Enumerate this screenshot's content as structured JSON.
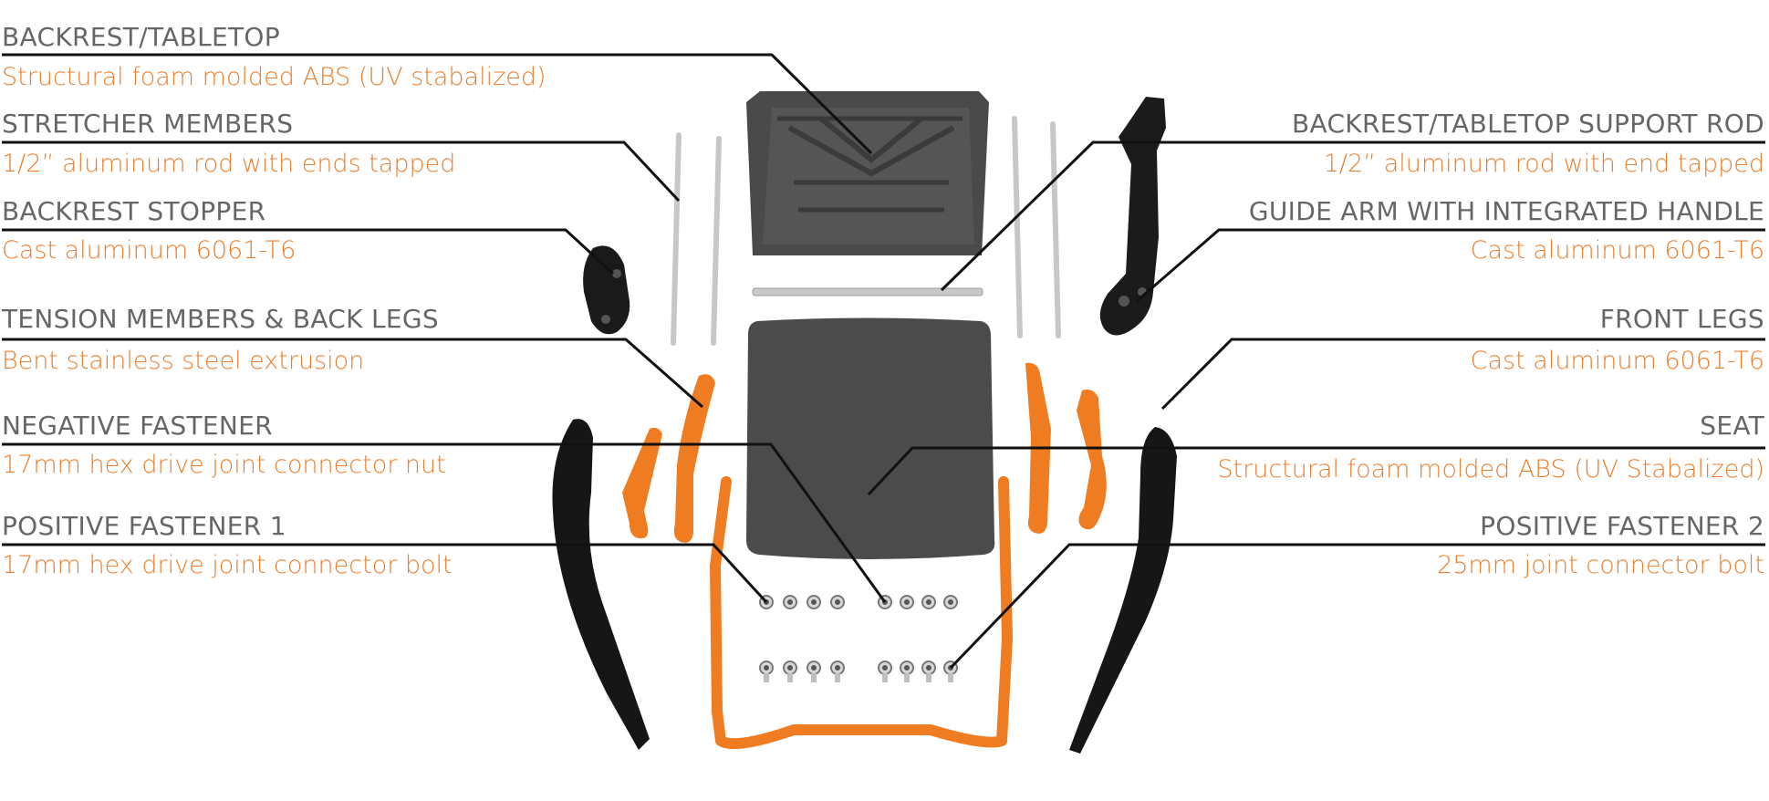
{
  "colors": {
    "title": "#666666",
    "desc": "#ec7f2f",
    "line": "#111111",
    "orange_part": "#f07c22",
    "black_part": "#171717",
    "gray_part": "#4b4b4b",
    "rod": "#c8c8c8"
  },
  "labels_left": [
    {
      "title": "BACKREST/TABLETOP",
      "desc": "Structural foam molded ABS (UV stabalized)"
    },
    {
      "title": "STRETCHER MEMBERS",
      "desc": "1/2” aluminum rod with ends tapped"
    },
    {
      "title": "BACKREST STOPPER",
      "desc": "Cast aluminum 6061-T6"
    },
    {
      "title": "TENSION MEMBERS & BACK LEGS",
      "desc": "Bent stainless steel extrusion"
    },
    {
      "title": "NEGATIVE FASTENER",
      "desc": "17mm hex drive joint connector nut"
    },
    {
      "title": "POSITIVE FASTENER 1",
      "desc": "17mm hex drive joint connector bolt"
    }
  ],
  "labels_right": [
    {
      "title": "BACKREST/TABLETOP SUPPORT ROD",
      "desc": "1/2” aluminum rod with end tapped"
    },
    {
      "title": "GUIDE ARM WITH INTEGRATED HANDLE",
      "desc": "Cast aluminum 6061-T6"
    },
    {
      "title": "FRONT LEGS",
      "desc": "Cast aluminum 6061-T6"
    },
    {
      "title": "SEAT",
      "desc": "Structural foam molded ABS (UV Stabalized)"
    },
    {
      "title": "POSITIVE FASTENER 2",
      "desc": "25mm joint connector bolt"
    }
  ]
}
